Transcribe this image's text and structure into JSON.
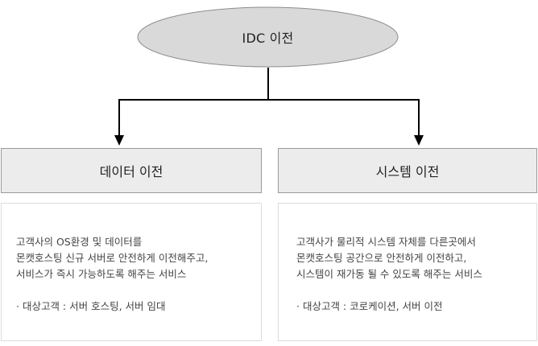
{
  "root": {
    "label": "IDC 이전"
  },
  "branches": [
    {
      "title": "데이터 이전",
      "description_lines": [
        "고객사의 OS환경 및 데이터를",
        "몬캣호스팅 신규 서버로 안전하게 이전해주고,",
        "서비스가 즉시 가능하도록 해주는 서비스"
      ],
      "target": "· 대상고객 : 서버 호스팅, 서버 임대"
    },
    {
      "title": "시스템 이전",
      "description_lines": [
        "고객사가 물리적 시스템 자체를 다른곳에서",
        "몬캣호스팅 공간으로 안전하게 이전하고,",
        "시스템이 재가동 될 수 있도록 해주는 서비스"
      ],
      "target": "· 대상고객 : 코로케이션, 서버 이전"
    }
  ],
  "colors": {
    "ellipse_fill": "#d9d9d9",
    "header_fill": "#ececec",
    "border": "#999999",
    "line": "#000000"
  }
}
